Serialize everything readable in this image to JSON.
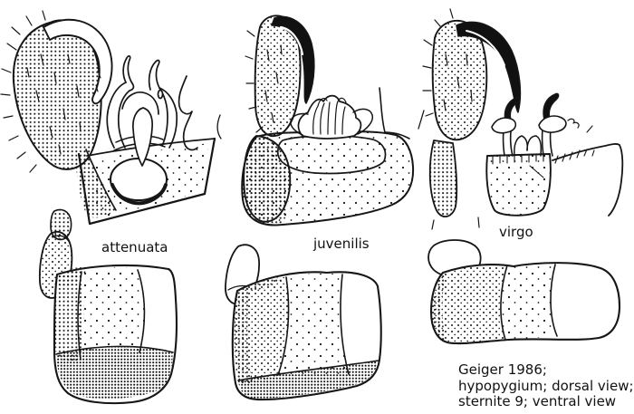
{
  "figure": {
    "background_color": "#ffffff",
    "ink_color": "#161616",
    "species_labels": [
      {
        "name": "attenuata"
      },
      {
        "name": "juvenilis"
      },
      {
        "name": "virgo"
      }
    ],
    "caption": {
      "line1": "Geiger 1986;",
      "line2": "hypopygium; dorsal view;",
      "line3": "sternite 9; ventral view"
    }
  }
}
